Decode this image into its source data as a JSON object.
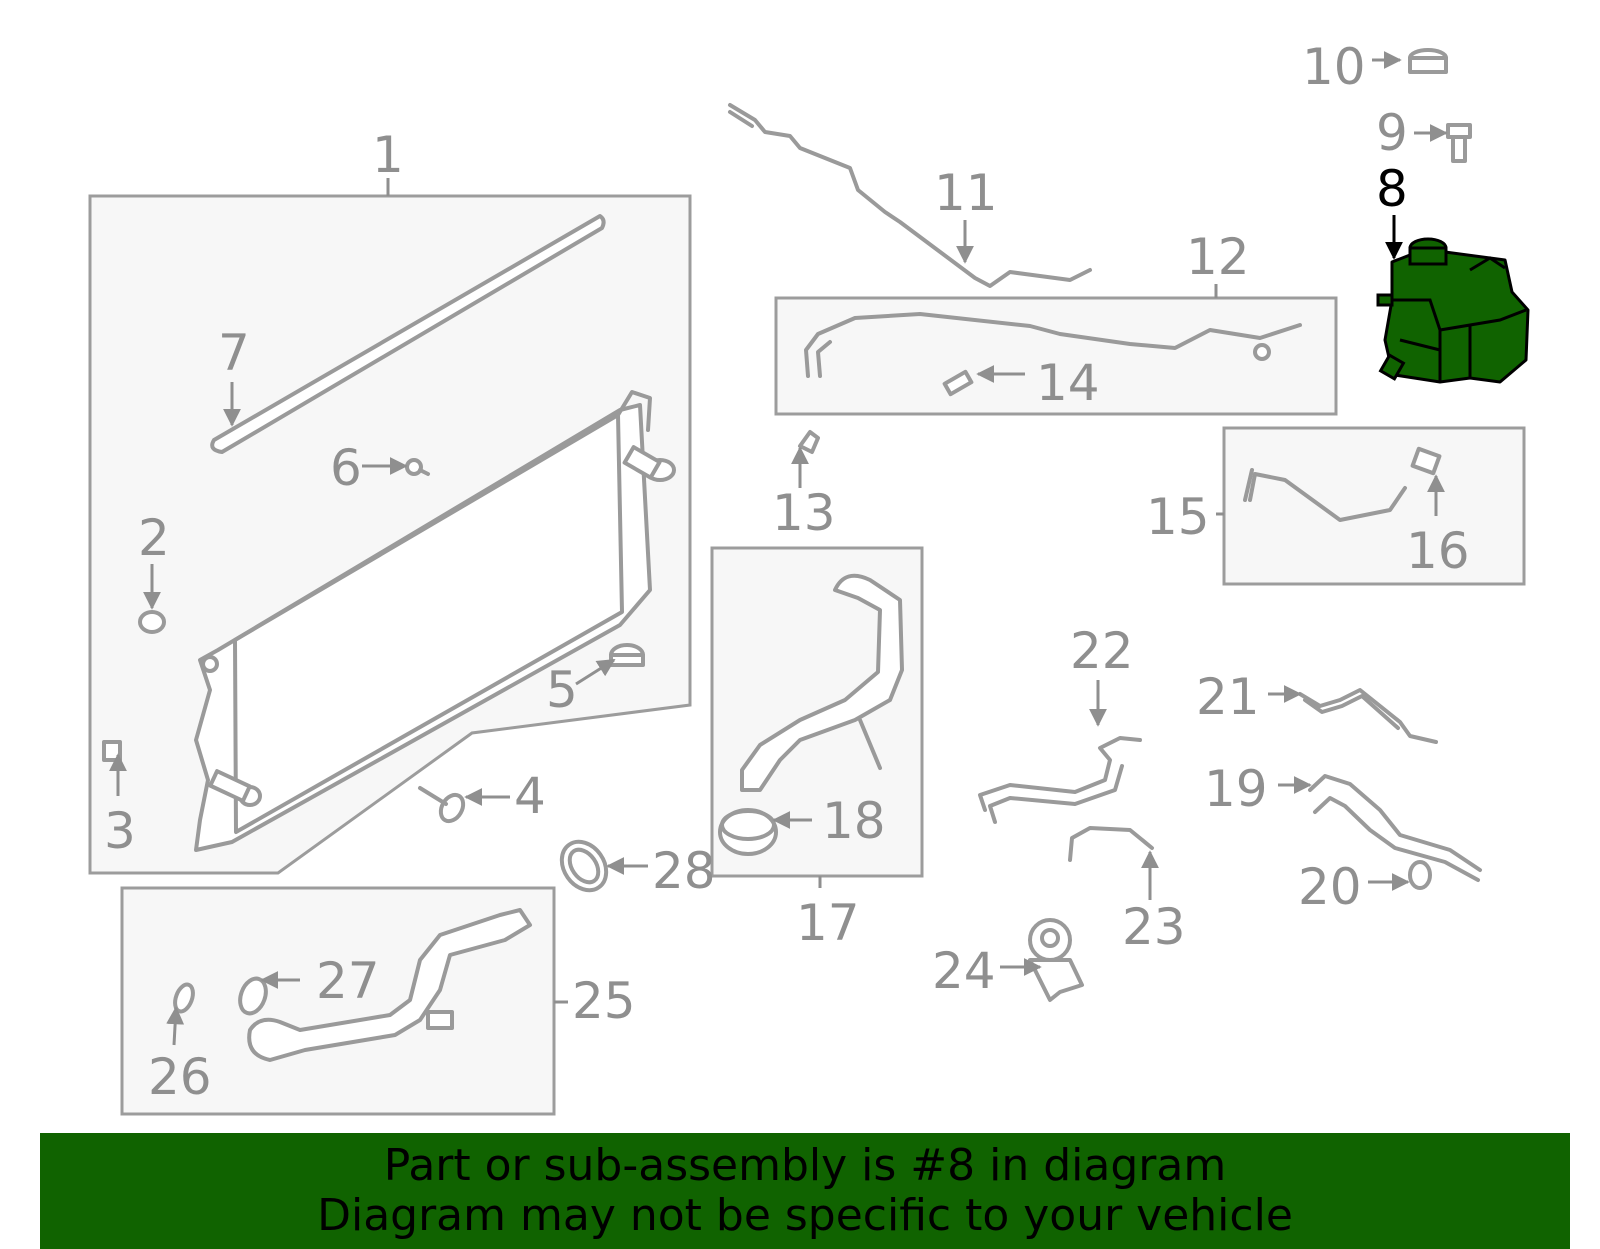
{
  "highlight_color": "#106300",
  "highlighted_part": "8",
  "labels": {
    "p1": "1",
    "p2": "2",
    "p3": "3",
    "p4": "4",
    "p5": "5",
    "p6": "6",
    "p7": "7",
    "p8": "8",
    "p9": "9",
    "p10": "10",
    "p11": "11",
    "p12": "12",
    "p13": "13",
    "p14": "14",
    "p15": "15",
    "p16": "16",
    "p17": "17",
    "p18": "18",
    "p19": "19",
    "p20": "20",
    "p21": "21",
    "p22": "22",
    "p23": "23",
    "p24": "24",
    "p25": "25",
    "p26": "26",
    "p27": "27",
    "p28": "28"
  },
  "banner": {
    "line1": "Part or sub-assembly is #8 in diagram",
    "line2": "Diagram may not be specific to your vehicle"
  }
}
